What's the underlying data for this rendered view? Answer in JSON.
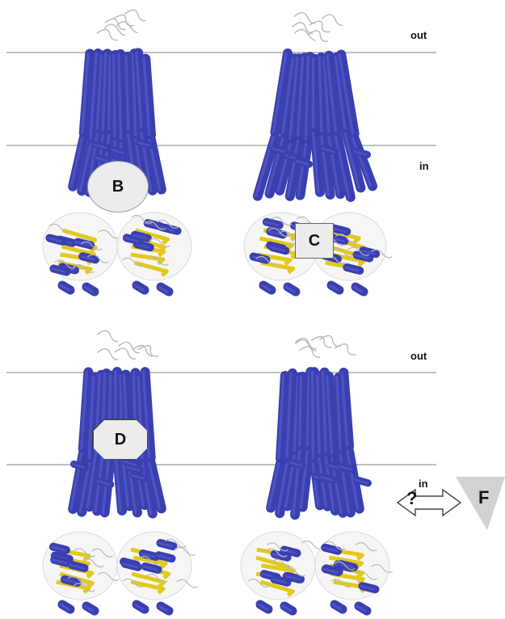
{
  "labels": {
    "out_top": "out",
    "in_top": "in",
    "out_bottom": "out",
    "in_bottom": "in"
  },
  "badges": {
    "b": "B",
    "c": "C",
    "d": "D",
    "f": "F",
    "question": "?"
  },
  "colors": {
    "helix": "#3a3fb0",
    "helix_light": "#5c62cf",
    "sheet": "#e2c91c",
    "membrane_line": "#9a9a9a",
    "loop": "#b8b8b8",
    "badge_fill": "#ececec",
    "triangle": "#d2d2d2"
  }
}
